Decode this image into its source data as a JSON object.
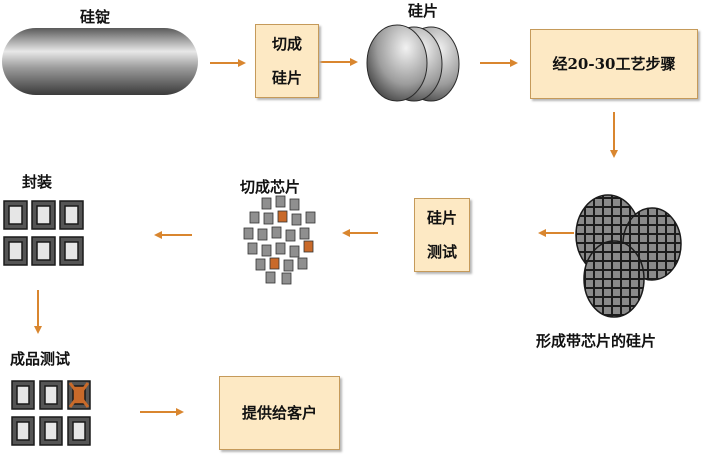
{
  "labels": {
    "ingot": "硅锭",
    "wafer": "硅片",
    "package": "封装",
    "cut_chips": "切成芯片",
    "final_test": "成品测试",
    "patterned_wafer": "形成带芯片的硅片"
  },
  "boxes": {
    "cut_wafer_line1": "切成",
    "cut_wafer_line2": "硅片",
    "process_steps": "经20-30工艺步骤",
    "wafer_test_line1": "硅片",
    "wafer_test_line2": "测试",
    "deliver": "提供给客户"
  },
  "colors": {
    "arrow": "#d9862f",
    "box_fill": "#fde9c4",
    "box_border": "#c59a5a",
    "chip_highlight": "#c96a2a"
  }
}
